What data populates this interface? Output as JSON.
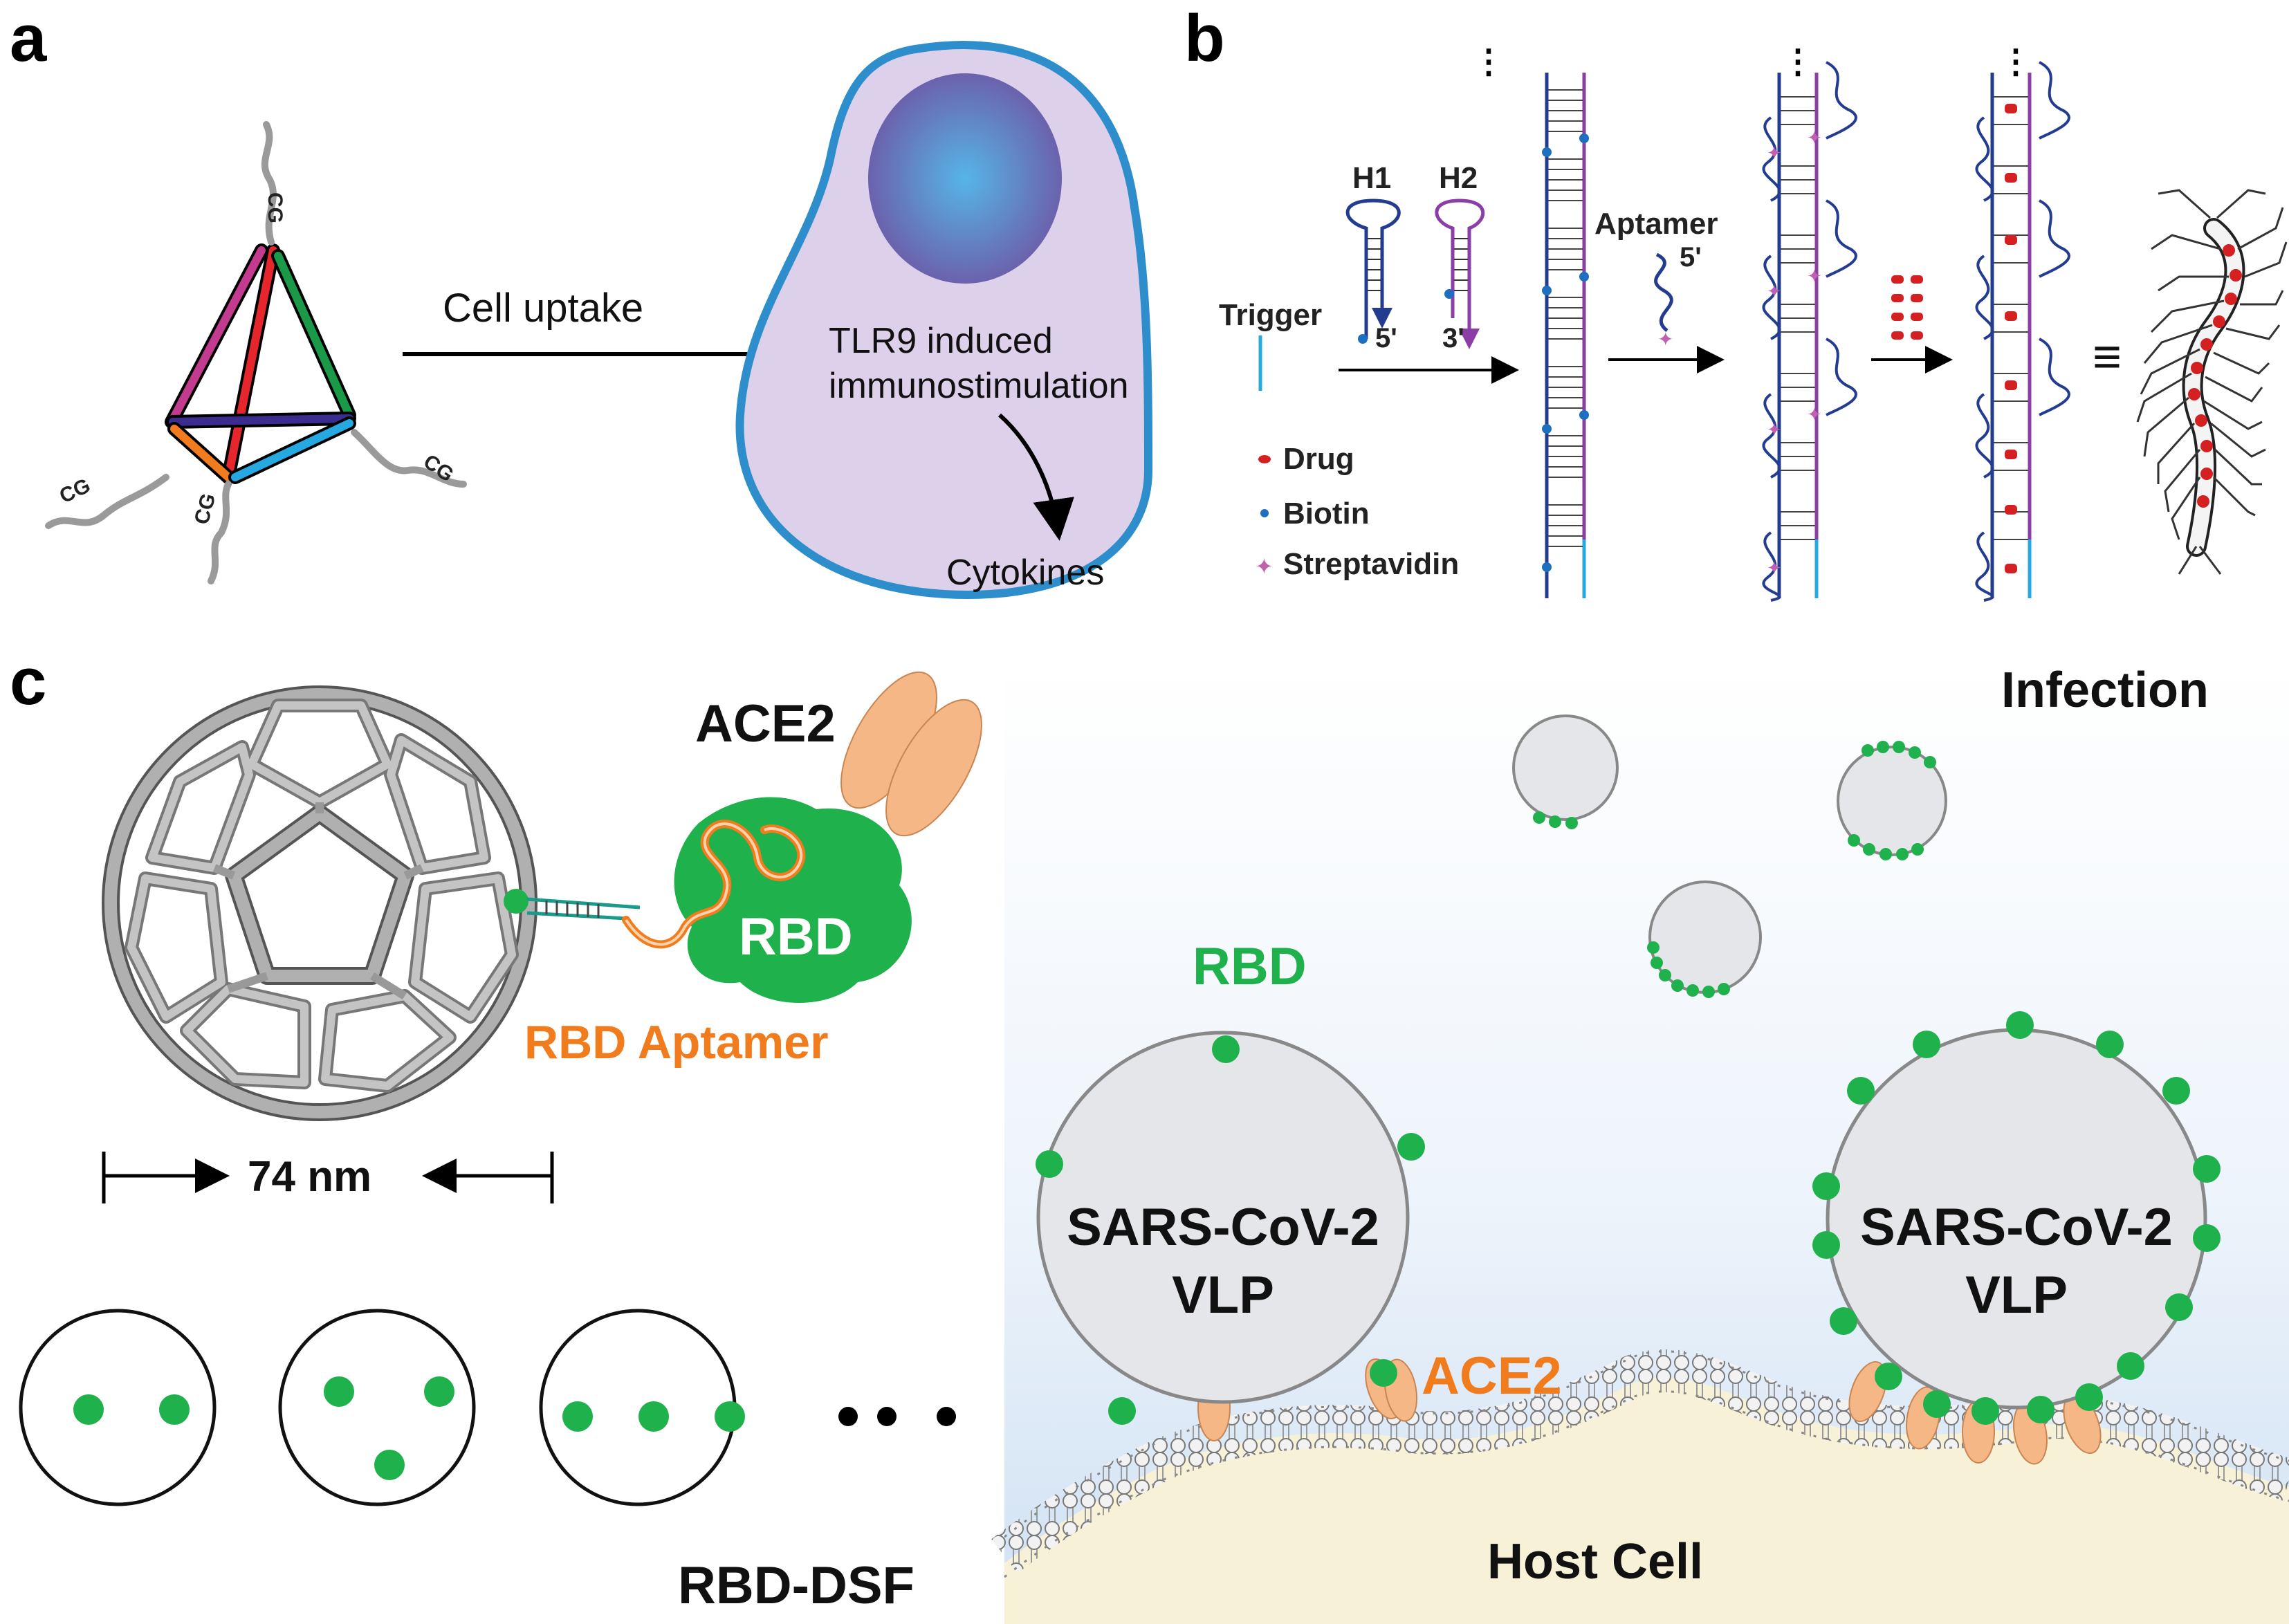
{
  "panel_a": {
    "letter": "a",
    "cg_label": "CG",
    "arrow_label": "Cell uptake",
    "cell_text_line1": "TLR9 induced",
    "cell_text_line2": "immunostimulation",
    "output_label": "Cytokines"
  },
  "panel_b": {
    "letter": "b",
    "h1": "H1",
    "h2": "H2",
    "trigger": "Trigger",
    "five_prime": "5'",
    "three_prime": "3'",
    "aptamer": "Aptamer",
    "aptamer_five_prime": "5'",
    "legend_drug": "Drug",
    "legend_biotin": "Biotin",
    "legend_streptavidin": "Streptavidin",
    "equiv_symbol": "≡"
  },
  "panel_c": {
    "letter": "c",
    "ace2_top": "ACE2",
    "rbd_in_blob": "RBD",
    "rbd_aptamer": "RBD Aptamer",
    "size_label": "74 nm",
    "rbd_dsf": "RBD-DSF",
    "infection": "Infection",
    "rbd_label": "RBD",
    "vlp_left_line1": "SARS-CoV-2",
    "vlp_left_line2": "VLP",
    "vlp_right_line1": "SARS-CoV-2",
    "vlp_right_line2": "VLP",
    "ace2_membrane": "ACE2",
    "host_cell": "Host Cell"
  },
  "colors": {
    "green": "#1fb14b",
    "orange": "#f07c1e",
    "navy": "#233c8f",
    "purple": "#8a3ea6",
    "cyan": "#25a9e0",
    "membrane_bg": "#f7f1d8",
    "sky": "#d8e8f6",
    "vlp_fill": "#e4e6ea",
    "ace2_fill": "#f4b785",
    "cell_fill": "#dcd0ea",
    "cell_border": "#2d8ecb"
  }
}
